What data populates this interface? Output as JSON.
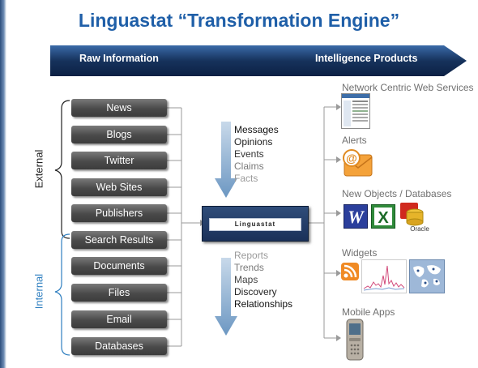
{
  "title": "Linguastat “Transformation Engine”",
  "banner": {
    "left": "Raw Information",
    "right": "Intelligence Products"
  },
  "sources": [
    "News",
    "Blogs",
    "Twitter",
    "Web Sites",
    "Publishers",
    "Search Results",
    "Documents",
    "Files",
    "Email",
    "Databases"
  ],
  "groups": {
    "external": "External",
    "internal": "Internal"
  },
  "engine": {
    "label": "Linguastat"
  },
  "inbound": {
    "messages": "Messages",
    "opinions": "Opinions",
    "events": "Events",
    "claims": "Claims",
    "facts": "Facts"
  },
  "outbound": {
    "reports": "Reports",
    "trends": "Trends",
    "maps": "Maps",
    "discovery": "Discovery",
    "relationships": "Relationships"
  },
  "outputs": {
    "web_services": "Network Centric Web Services",
    "alerts": "Alerts",
    "objects": "New Objects / Databases",
    "widgets": "Widgets",
    "mobile": "Mobile Apps"
  },
  "logos": {
    "oracle": "Oracle",
    "word": "W",
    "excel": "X"
  },
  "colors": {
    "title": "#1f5fa8",
    "banner": "#16325c",
    "internal": "#2f7fc0",
    "button": "#4a4a4a"
  }
}
